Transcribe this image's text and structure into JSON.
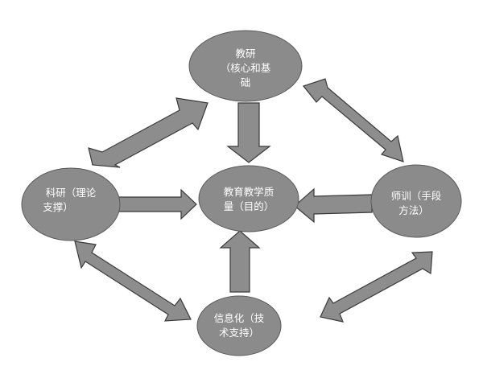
{
  "nodes": {
    "teaching_research": {
      "lines": [
        "教研",
        "（核心和基",
        "础"
      ]
    },
    "quality": {
      "lines": [
        "教育教学质",
        "量（目的）"
      ]
    },
    "scientific_research": {
      "lines": [
        "科研（理论",
        "支撑）"
      ]
    },
    "teacher_training": {
      "lines": [
        "师训（手段",
        "方法）"
      ]
    },
    "informatization": {
      "lines": [
        "信息化（技",
        "术支持）"
      ]
    }
  },
  "colors": {
    "node_fill": "#8b8b8b",
    "arrow_fill": "#8d8d8d",
    "outline": "#3a3a3a",
    "text": "#ffffff"
  }
}
